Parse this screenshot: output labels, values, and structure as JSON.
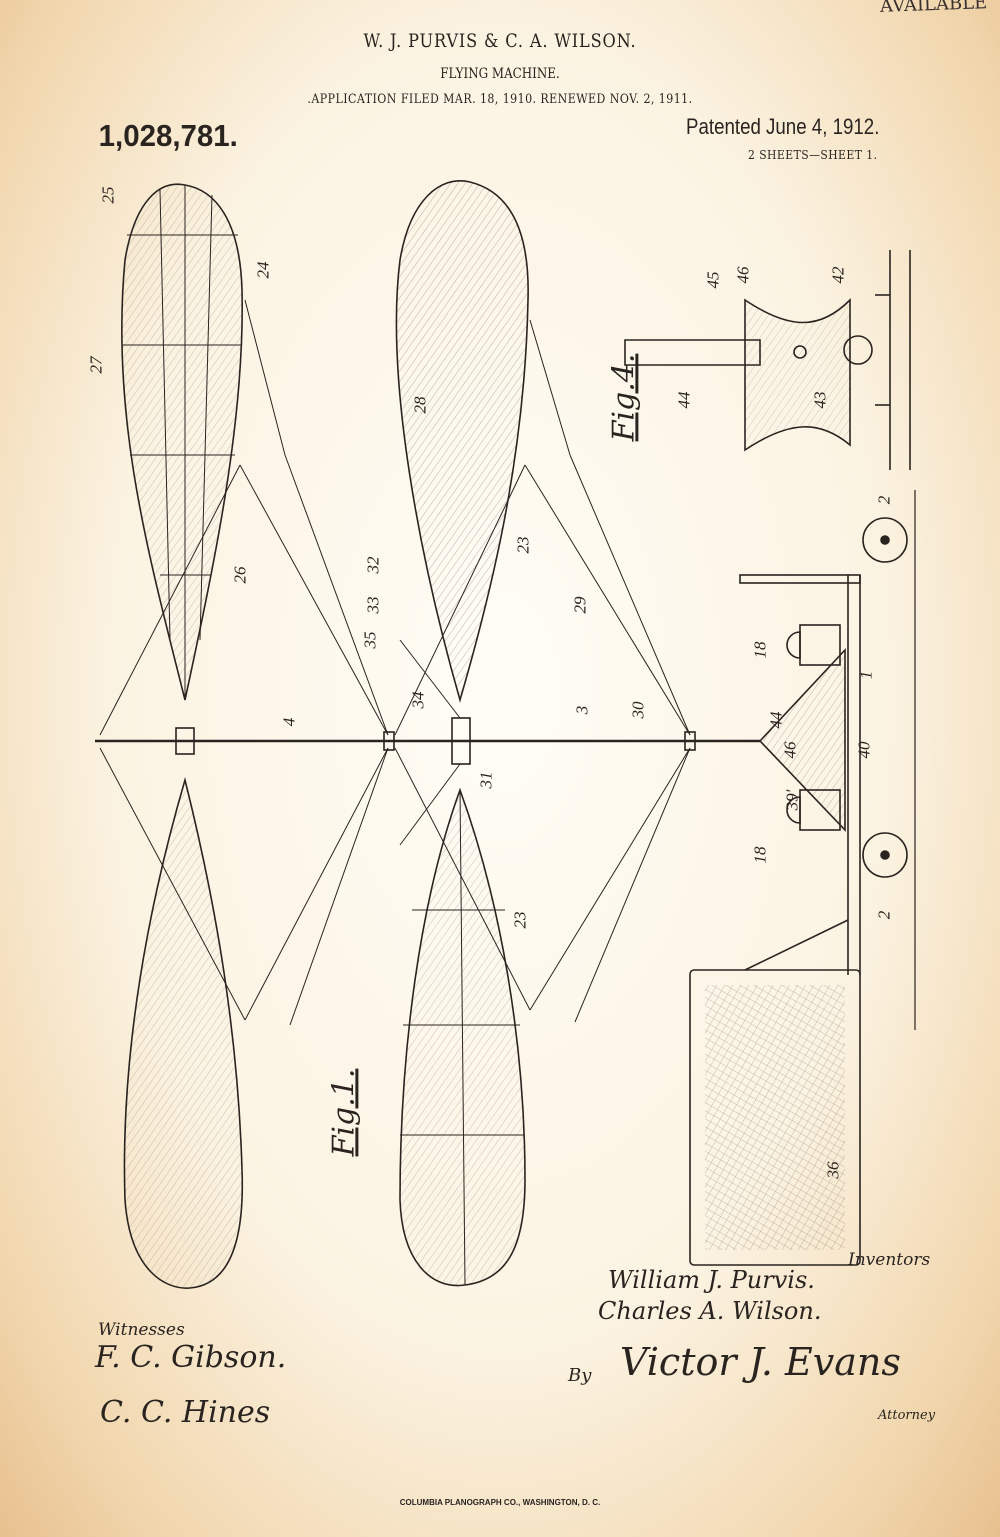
{
  "header": {
    "inventors": "W. J. PURVIS & C. A. WILSON.",
    "title": "FLYING MACHINE.",
    "application": ".APPLICATION FILED MAR. 18, 1910. RENEWED NOV. 2, 1911.",
    "patent_number": "1,028,781.",
    "patented": "Patented June 4, 1912.",
    "sheets": "2 SHEETS—SHEET 1."
  },
  "figures": {
    "fig1": "Fig.1.",
    "fig4": "Fig.4."
  },
  "reference_numerals": [
    "25",
    "24",
    "27",
    "26",
    "4",
    "28",
    "23",
    "32",
    "33",
    "35",
    "34",
    "3",
    "31",
    "30",
    "29",
    "23",
    "44",
    "46",
    "39'",
    "18",
    "18",
    "1",
    "40",
    "2",
    "2",
    "36",
    "45",
    "46",
    "42",
    "44",
    "43"
  ],
  "signatures": {
    "inventors_label": "Inventors",
    "inventor1": "William J. Purvis.",
    "inventor2": "Charles A. Wilson.",
    "witnesses_label": "Witnesses",
    "witness1": "F. C. Gibson.",
    "witness2": "C. C. Hines",
    "by": "By",
    "attorney_name": "Victor J. Evans",
    "attorney_label": "Attorney"
  },
  "stamp": "AVAILABLE",
  "printer": "COLUMBIA PLANOGRAPH CO., WASHINGTON, D. C."
}
